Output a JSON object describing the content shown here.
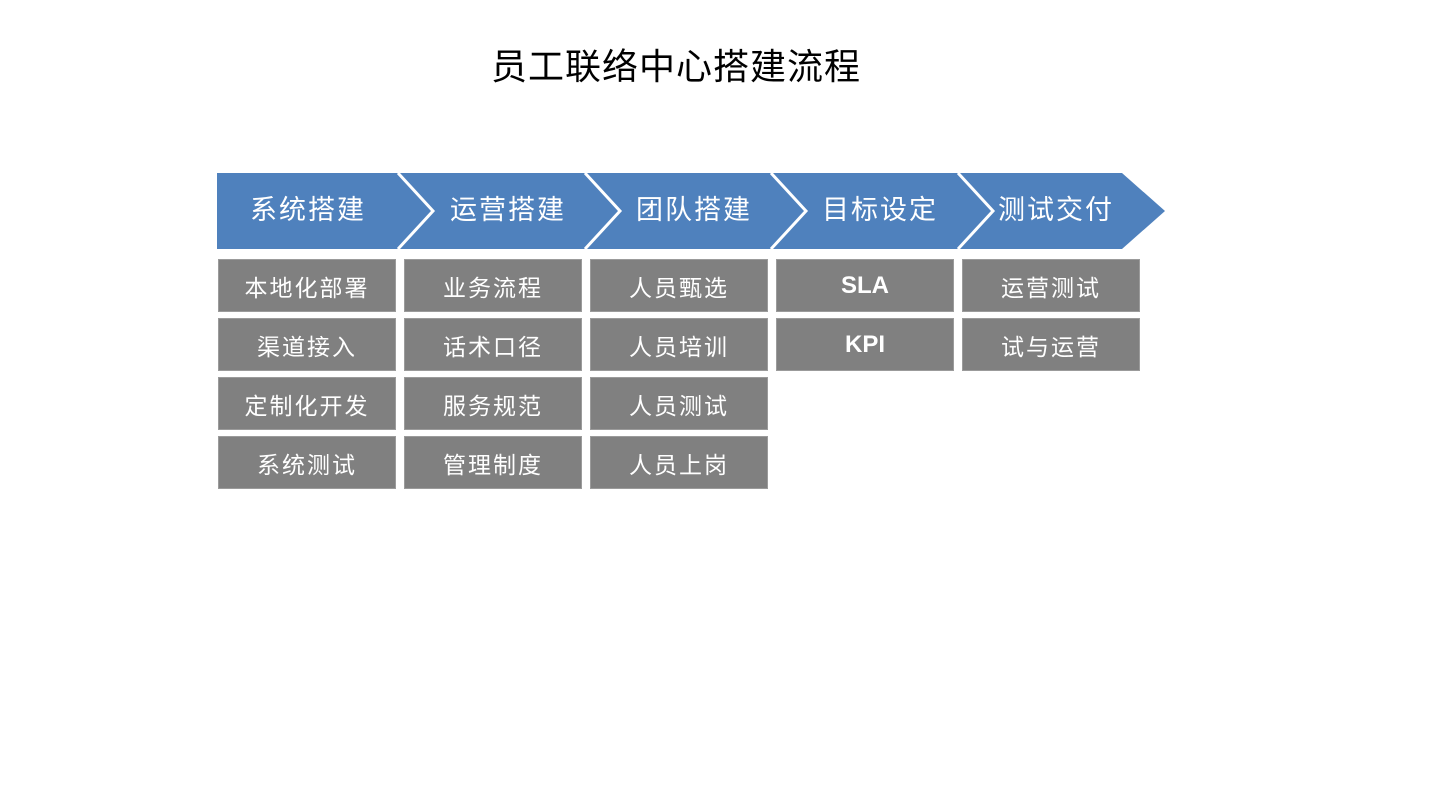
{
  "title": "员工联络中心搭建流程",
  "colors": {
    "accent_blue": "#4F81BD",
    "box_gray": "#808080",
    "box_border": "#9B9B9B",
    "text_white": "#FFFFFF"
  },
  "process": {
    "stages": [
      {
        "label": "系统搭建",
        "items": [
          "本地化部署",
          "渠道接入",
          "定制化开发",
          "系统测试"
        ]
      },
      {
        "label": "运营搭建",
        "items": [
          "业务流程",
          "话术口径",
          "服务规范",
          "管理制度"
        ]
      },
      {
        "label": "团队搭建",
        "items": [
          "人员甄选",
          "人员培训",
          "人员测试",
          "人员上岗"
        ]
      },
      {
        "label": "目标设定",
        "items": [
          "SLA",
          "KPI"
        ]
      },
      {
        "label": "测试交付",
        "items": [
          "运营测试",
          "试与运营"
        ]
      }
    ]
  }
}
